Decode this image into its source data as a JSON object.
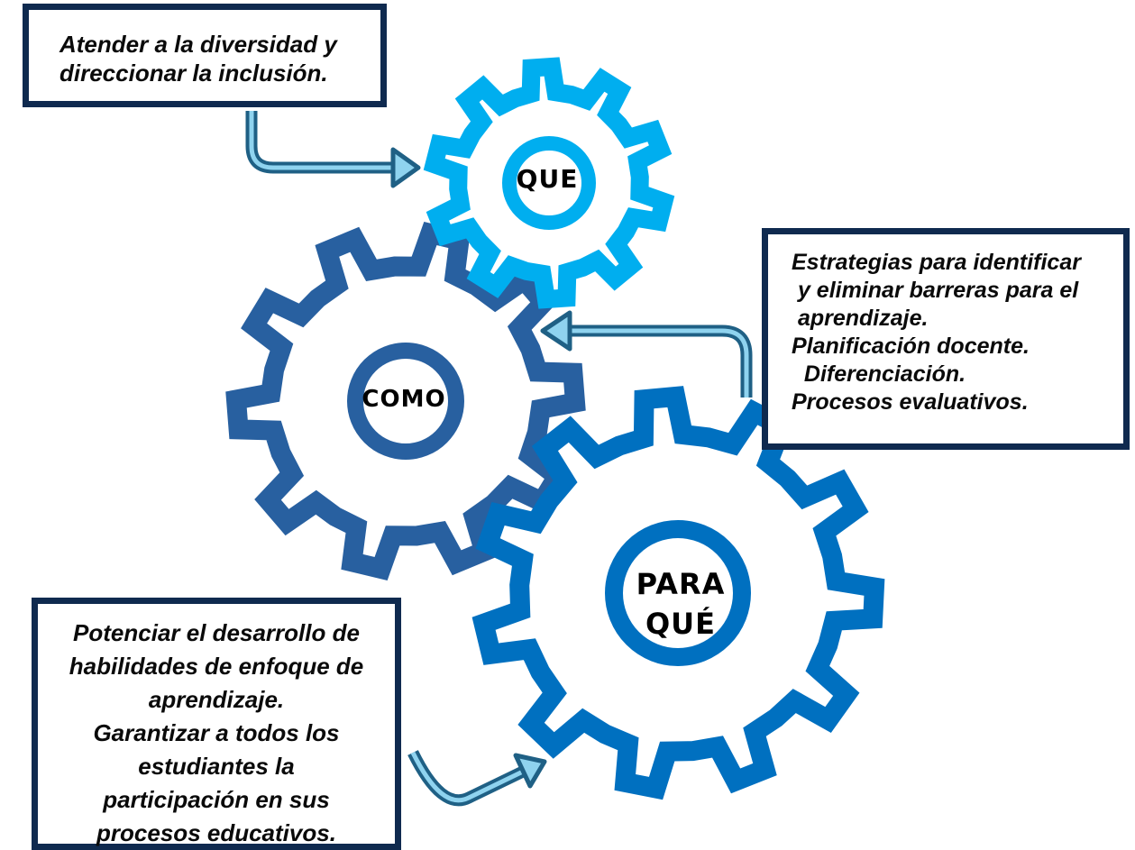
{
  "diagram": {
    "colors": {
      "gear_que": "#00aeef",
      "gear_como": "#2860a0",
      "gear_para": "#0070c0",
      "box_border": "#0f2a4f",
      "arrow_outline": "#1f6085",
      "arrow_fill": "#8fd3ef"
    },
    "gears": {
      "que": {
        "label": "QUE"
      },
      "como": {
        "label": "COMO"
      },
      "para_que": {
        "label_line1": "PARA",
        "label_line2": "QUÉ"
      }
    },
    "boxes": {
      "que": {
        "lines": [
          "Atender a la diversidad y",
          "direccionar la inclusión."
        ]
      },
      "como": {
        "lines": [
          "Estrategias para identificar",
          " y eliminar barreras para el",
          " aprendizaje.",
          "Planificación docente.",
          "  Diferenciación.",
          "Procesos evaluativos."
        ]
      },
      "para_que": {
        "lines": [
          "Potenciar el desarrollo de",
          "habilidades de enfoque de",
          "aprendizaje.",
          "Garantizar a todos los",
          "estudiantes la",
          "participación en sus",
          "procesos educativos."
        ]
      }
    }
  }
}
